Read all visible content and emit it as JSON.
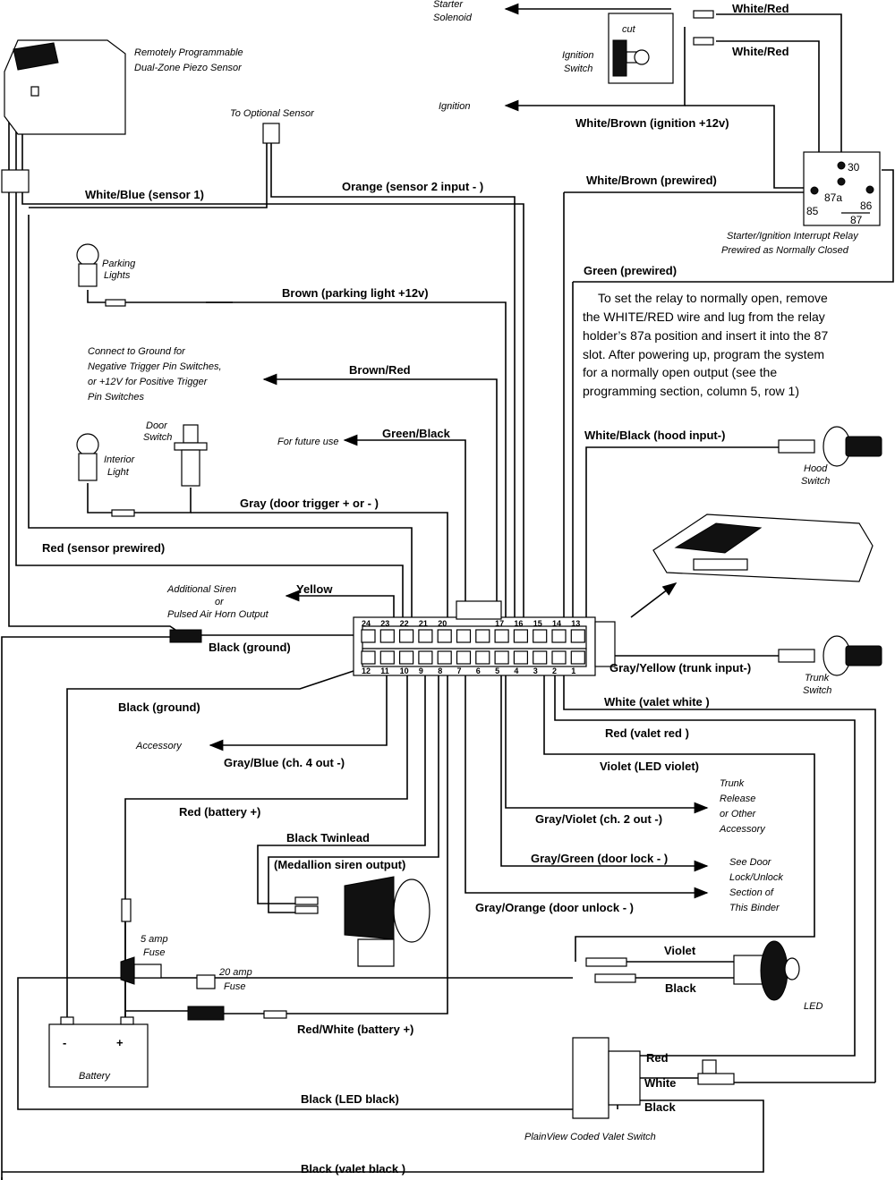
{
  "wires": {
    "white_red_top": "White/Red",
    "white_red_2": "White/Red",
    "white_brown_ign": "White/Brown  (ignition +12v)",
    "white_brown_pre": "White/Brown  (prewired)",
    "green_pre": "Green  (prewired)",
    "white_blue": "White/Blue  (sensor 1)",
    "orange": "Orange  (sensor 2 input - )",
    "brown": "Brown  (parking light +12v)",
    "brown_red": "Brown/Red",
    "green_black": "Green/Black",
    "gray": "Gray  (door trigger + or - )",
    "red_sensor": "Red  (sensor prewired)",
    "yellow": "Yellow",
    "black_ground1": "Black  (ground)",
    "black_ground2": "Black  (ground)",
    "gray_blue": "Gray/Blue  (ch. 4 out -)",
    "red_battery": "Red  (battery +)",
    "black_twinlead": "Black Twinlead",
    "medallion": "(Medallion siren output)",
    "red_white": "Red/White  (battery +)",
    "black_led": "Black (LED black)",
    "black_valet": "Black  (valet black )",
    "white_black_hood": "White/Black (hood input-)",
    "gray_yellow": "Gray/Yellow  (trunk input-)",
    "white_valet": "White  (valet white )",
    "red_valet": "Red  (valet red )",
    "violet_led": "Violet  (LED violet)",
    "gray_violet": "Gray/Violet  (ch. 2 out -)",
    "gray_green": "Gray/Green  (door lock - )",
    "gray_orange": "Gray/Orange  (door unlock - )",
    "violet": "Violet",
    "black_led_short": "Black",
    "valet_red": "Red",
    "valet_white": "White",
    "valet_black": "Black"
  },
  "notes": {
    "sensor_line1": "Remotely Programmable",
    "sensor_line2": "Dual-Zone Piezo Sensor",
    "optional_sensor": "To Optional Sensor",
    "starter_line1": "Starter",
    "starter_line2": "Solenoid",
    "cut": "cut",
    "ign_switch_line1": "Ignition",
    "ign_switch_line2": "Switch",
    "ignition": "Ignition",
    "relay_line1": "Starter/Ignition Interrupt Relay",
    "relay_line2": "Prewired as Normally Closed",
    "parking_line1": "Parking",
    "parking_line2": "Lights",
    "ground_line1": "Connect to Ground for",
    "ground_line2": "Negative Trigger Pin Switches,",
    "ground_line3": "or +12V for Positive Trigger",
    "ground_line4": "Pin Switches",
    "door_line1": "Door",
    "door_line2": "Switch",
    "interior_line1": "Interior",
    "interior_line2": "Light",
    "future": "For future use",
    "siren_line1": "Additional Siren",
    "siren_line2": "or",
    "siren_line3": "Pulsed Air Horn Output",
    "accessory": "Accessory",
    "hood_line1": "Hood",
    "hood_line2": "Switch",
    "trunk_line1": "Trunk",
    "trunk_line2": "Switch",
    "trunk_rel1": "Trunk",
    "trunk_rel2": "Release",
    "trunk_rel3": "or Other",
    "trunk_rel4": "Accessory",
    "door_lock1": "See Door",
    "door_lock2": "Lock/Unlock",
    "door_lock3": "Section of",
    "door_lock4": "This Binder",
    "fuse5_line1": "5 amp",
    "fuse5_line2": "Fuse",
    "fuse20_line1": "20 amp",
    "fuse20_line2": "Fuse",
    "battery": "Battery",
    "led": "LED",
    "valet_switch": "PlainView Coded Valet Switch"
  },
  "relay": {
    "p30": "30",
    "p87a": "87a",
    "p85": "85",
    "p86": "86",
    "p87": "87"
  },
  "battery_terms": {
    "neg": "-",
    "pos": "+"
  },
  "paragraph": {
    "line1": "To set the relay to normally open, remove",
    "line2": "the WHITE/RED wire and lug from the relay",
    "line3": "holder’s 87a position and insert it into the 87",
    "line4": "slot. After powering up, program the system",
    "line5": "for a normally open output (see the",
    "line6": "programming section, column 5, row 1)"
  },
  "connector_pins": {
    "top": [
      "24",
      "23",
      "22",
      "21",
      "20",
      "",
      "",
      "17",
      "16",
      "15",
      "14",
      "13"
    ],
    "bottom": [
      "12",
      "11",
      "10",
      "9",
      "8",
      "7",
      "6",
      "5",
      "4",
      "3",
      "2",
      "1"
    ]
  }
}
